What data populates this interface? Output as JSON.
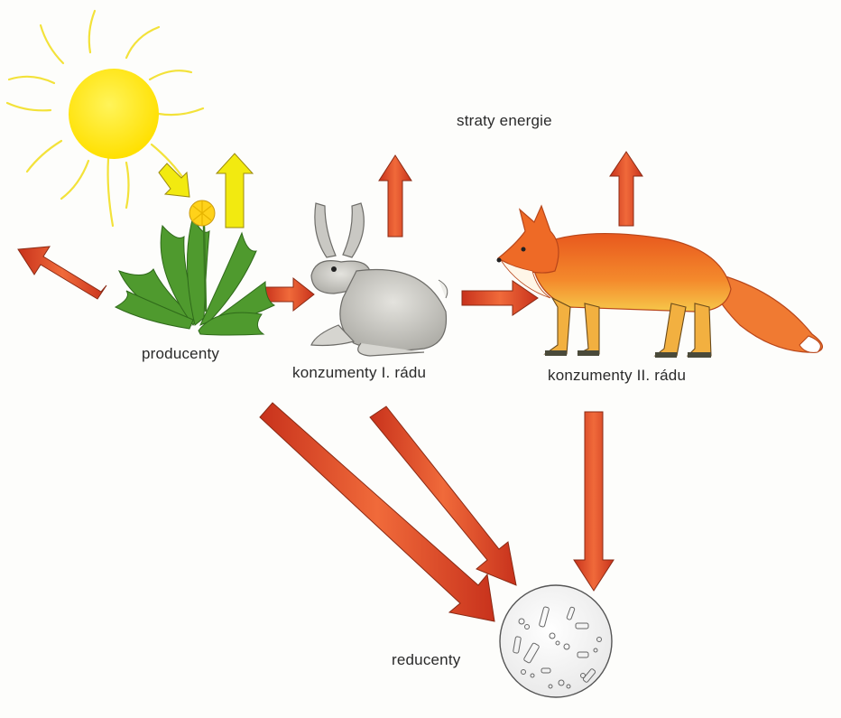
{
  "labels": {
    "energy_loss": "straty energie",
    "producers": "producenty",
    "consumers_1": "konzumenty I. rádu",
    "consumers_2": "konzumenty II. rádu",
    "decomposers": "reducenty"
  },
  "colors": {
    "flow_arrow": "#e8502a",
    "sun": "#ffe600",
    "sunlight_arrow": "#f2ea10",
    "background": "#fdfdfb"
  },
  "icons": [
    "sun-icon",
    "dandelion-icon",
    "hare-icon",
    "fox-icon",
    "bacteria-dish-icon"
  ]
}
